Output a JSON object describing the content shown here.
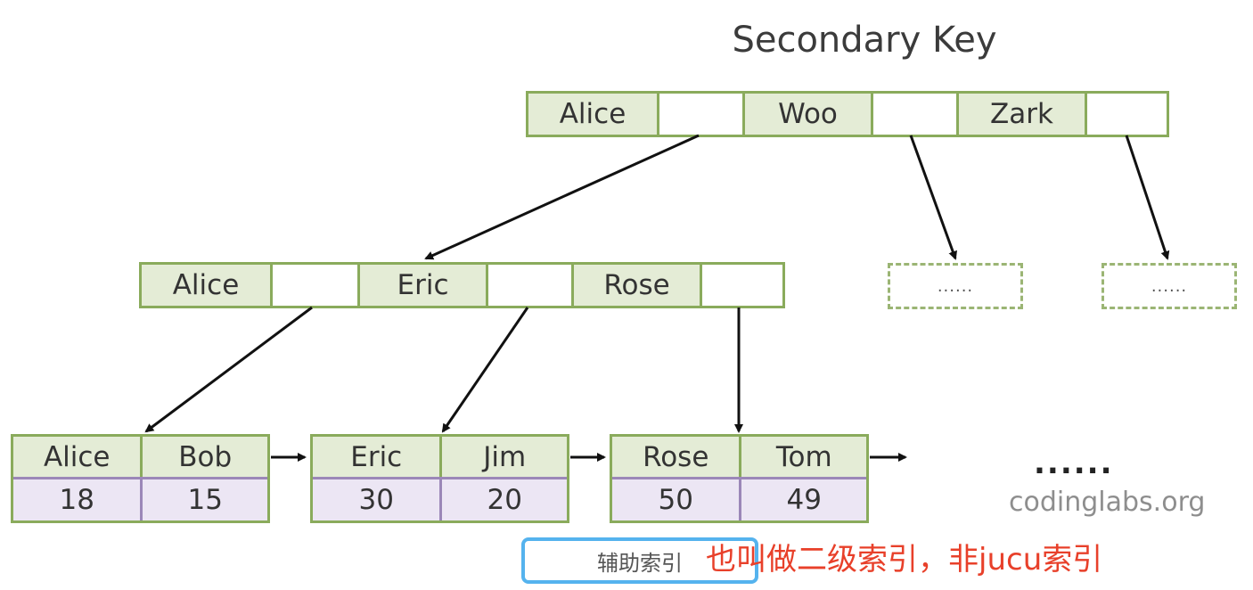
{
  "title": "Secondary Key",
  "root": {
    "keys": [
      "Alice",
      "Woo",
      "Zark"
    ]
  },
  "internal": {
    "keys": [
      "Alice",
      "Eric",
      "Rose"
    ]
  },
  "leaves": [
    {
      "names": [
        "Alice",
        "Bob"
      ],
      "ages": [
        "18",
        "15"
      ]
    },
    {
      "names": [
        "Eric",
        "Jim"
      ],
      "ages": [
        "30",
        "20"
      ]
    },
    {
      "names": [
        "Rose",
        "Tom"
      ],
      "ages": [
        "50",
        "49"
      ]
    }
  ],
  "placeholder_nodes": [
    "......",
    "......"
  ],
  "trailing_ellipsis": "......",
  "watermark": "codinglabs.org",
  "annotation": {
    "box_label": "辅助索引",
    "note": "也叫做二级索引，非jucu索引"
  },
  "colors": {
    "key_fill": "#e4ecd6",
    "key_border": "#8aab5c",
    "value_fill": "#ece6f4",
    "value_border": "#9b87b8",
    "annotation_box": "#55b3ee",
    "note_text": "#e8402a"
  }
}
